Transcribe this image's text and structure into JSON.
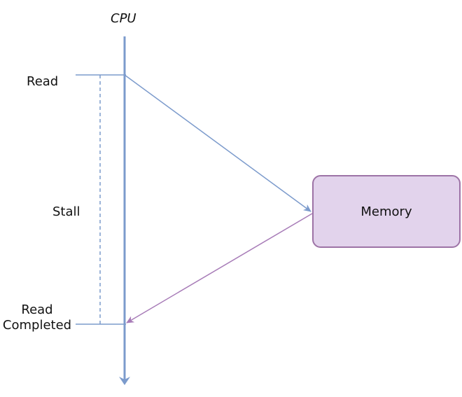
{
  "cpu": {
    "label": "CPU"
  },
  "events": {
    "read": "Read",
    "stall": "Stall",
    "read_completed_line1": "Read",
    "read_completed_line2": "Completed"
  },
  "memory": {
    "label": "Memory"
  },
  "colors": {
    "timeline": "#7c9bcc",
    "request_arrow": "#7c9bcc",
    "response_arrow": "#a77bb7",
    "memory_fill": "#e2d3ec",
    "memory_border": "#9d73a6"
  }
}
